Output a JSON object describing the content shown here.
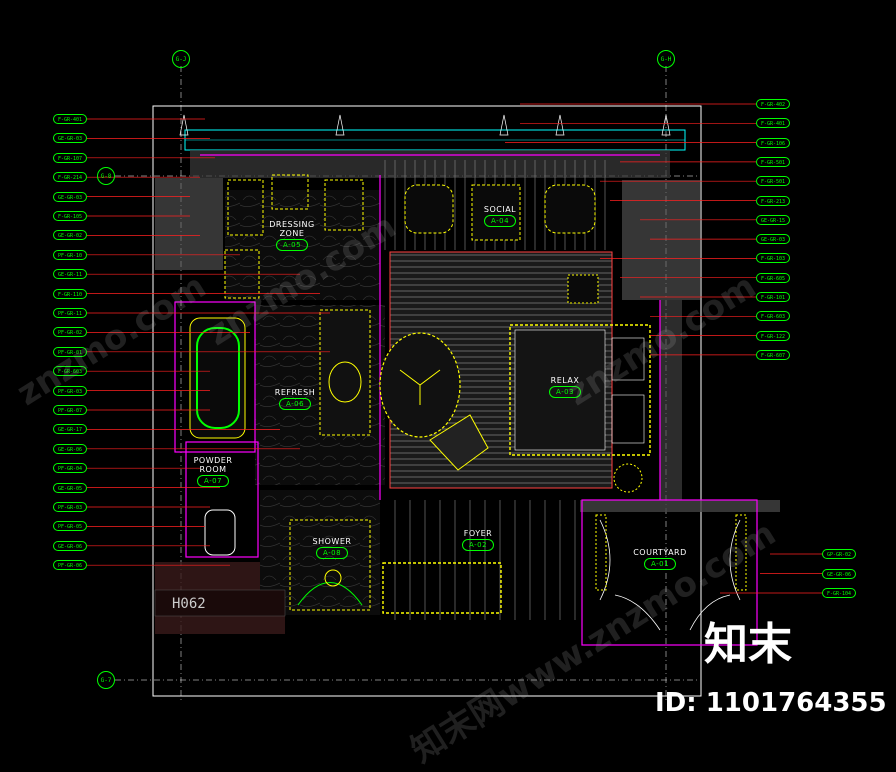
{
  "colors": {
    "background": "#000000",
    "label": "#00ff00",
    "leader": "#ff2020",
    "yellow": "#ffff00",
    "magenta": "#ff00ff",
    "wall": "#ffffff",
    "cyan": "#00ffff"
  },
  "grid_refs": {
    "top_left": "G-J",
    "top_right": "G-H",
    "left_upper": "G-8",
    "left_lower": "G-7"
  },
  "left_labels": [
    "F-GR-401",
    "GE-GR-03",
    "F-GR-107",
    "F-GR-214",
    "GE-GR-03",
    "F-GR-105",
    "GE-GR-02",
    "PF-GR-10",
    "GE-GR-11",
    "F-GR-110",
    "PF-GR-11",
    "PF-GR-02",
    "PF-GR-01",
    "F-GR-603",
    "PF-GR-03",
    "PF-GR-07",
    "GE-GR-17",
    "GE-GR-06",
    "PF-GR-04",
    "GE-GR-05",
    "PF-GR-03",
    "PF-GR-05",
    "GE-GR-06",
    "PF-GR-06"
  ],
  "right_labels": [
    "F-GR-402",
    "F-GR-401",
    "F-GR-106",
    "F-GR-501",
    "F-GR-501",
    "F-GR-213",
    "GE-GR-15",
    "GE-GR-03",
    "F-GR-103",
    "F-GR-605",
    "F-GR-101",
    "F-GR-603",
    "F-GR-122",
    "F-GR-607",
    "GP-GR-02",
    "GE-GR-06",
    "F-GR-104"
  ],
  "rooms": {
    "dressing": {
      "name": "DRESSING",
      "name2": "ZONE",
      "tag": "A-05"
    },
    "social": {
      "name": "SOCIAL",
      "tag": "A-04"
    },
    "refresh": {
      "name": "REFRESH",
      "tag": "A-06"
    },
    "relax": {
      "name": "RELAX",
      "tag": "A-03"
    },
    "powder": {
      "name": "POWDER",
      "name2": "ROOM",
      "tag": "A-07"
    },
    "shower": {
      "name": "SHOWER",
      "tag": "A-08"
    },
    "foyer": {
      "name": "FOYER",
      "tag": "A-02"
    },
    "courtyard": {
      "name": "COURTYARD",
      "tag": "A-01"
    }
  },
  "watermark": {
    "brand": "知末",
    "id": "ID: 1101764355",
    "site": "znzmo.com",
    "site_cn": "知末网www.znzmo.com"
  },
  "plate_text": "H062"
}
